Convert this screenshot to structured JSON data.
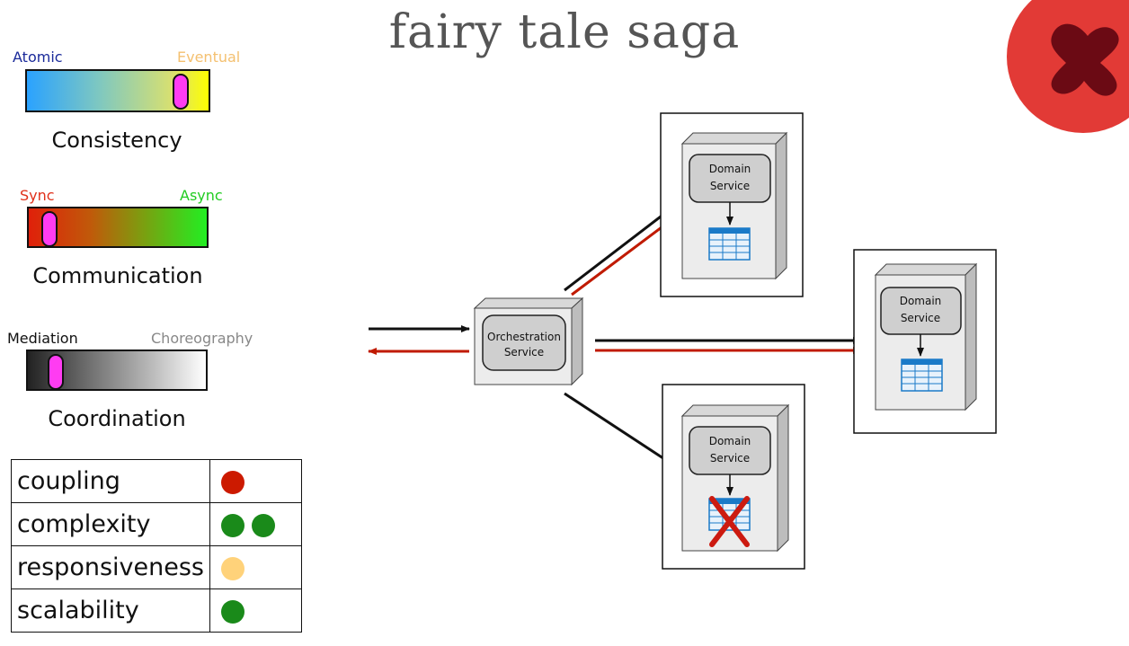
{
  "title": "fairy tale saga",
  "colors": {
    "thumb": "#ff3cf2",
    "red": "#cc1a00",
    "green": "#1a8a1a",
    "amber": "#ffd27a",
    "badge_bg": "#e23a36",
    "badge_x": "#6b0a14"
  },
  "sliders": [
    {
      "caption": "Consistency",
      "left_label": "Atomic",
      "right_label": "Eventual",
      "left_color": "#1a2a9a",
      "right_color": "#f4c070",
      "value": 0.88
    },
    {
      "caption": "Communication",
      "left_label": "Sync",
      "right_label": "Async",
      "left_color": "#e0301a",
      "right_color": "#22cc22",
      "value": 0.08
    },
    {
      "caption": "Coordination",
      "left_label": "Mediation",
      "right_label": "Choreography",
      "left_color": "#111111",
      "right_color": "#888888",
      "value": 0.12
    }
  ],
  "metrics": [
    {
      "name": "coupling",
      "dots": [
        "red"
      ]
    },
    {
      "name": "complexity",
      "dots": [
        "green",
        "green"
      ]
    },
    {
      "name": "responsiveness",
      "dots": [
        "amber"
      ]
    },
    {
      "name": "scalability",
      "dots": [
        "green"
      ]
    }
  ],
  "diagram": {
    "orchestrator": {
      "line1": "Orchestration",
      "line2": "Service"
    },
    "services": [
      {
        "line1": "Domain",
        "line2": "Service",
        "failed": false
      },
      {
        "line1": "Domain",
        "line2": "Service",
        "failed": false
      },
      {
        "line1": "Domain",
        "line2": "Service",
        "failed": true
      }
    ]
  },
  "badge_icon": "x-mark-icon"
}
